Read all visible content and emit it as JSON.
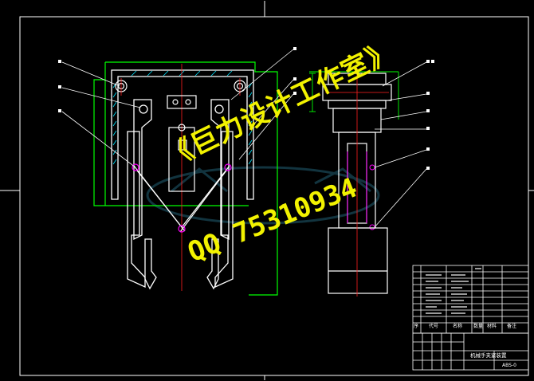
{
  "watermark": {
    "line1": "《巨力设计工作室》",
    "line2": "QQ 75310934",
    "color": "#f2f200"
  },
  "title_block": {
    "header": [
      "序",
      "代号",
      "名称",
      "数量",
      "材料",
      "备注"
    ],
    "title": "机械手夹紧装置",
    "drawing_no": "ABS-0"
  },
  "colors": {
    "background": "#000000",
    "frame": "#ffffff",
    "outline": "#00ff00",
    "hatch": "#00e5ff",
    "part": "#ffffff",
    "axis": "#ff2020",
    "accent": "#ff00ff",
    "watermark_ghost": "#1a4a5a"
  }
}
